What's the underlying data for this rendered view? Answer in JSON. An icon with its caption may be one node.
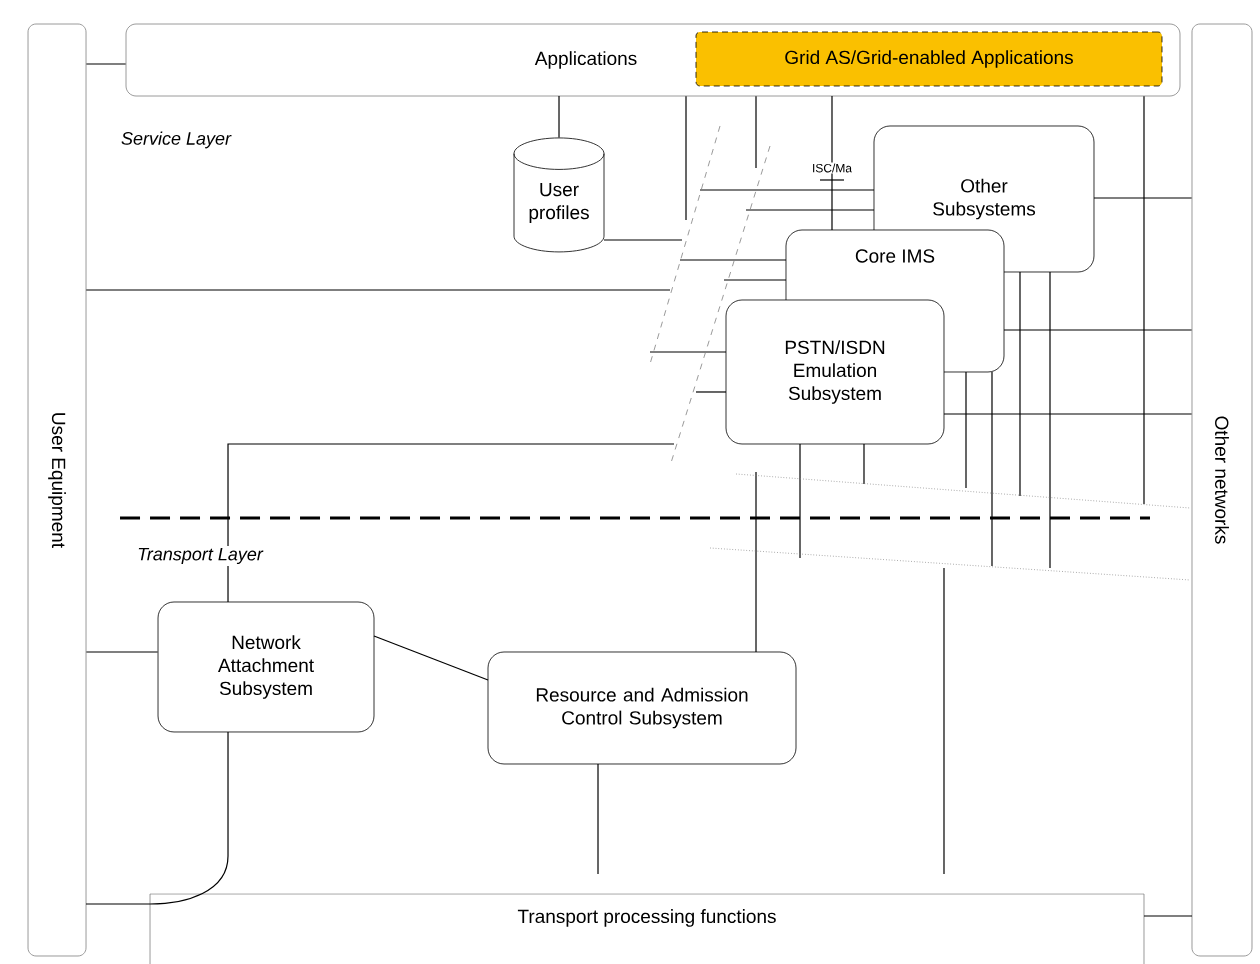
{
  "diagram": {
    "nodes": [
      {
        "text": [
          "User Equipment"
        ]
      },
      {
        "text": [
          "Applications"
        ]
      },
      {
        "text": [
          "Grid AS/Grid-enabled Applications"
        ],
        "in": 1
      },
      {
        "text": [
          "User profiles"
        ]
      },
      {
        "text": [
          "Other Subsystems"
        ]
      },
      {
        "text": [
          "Core IMS"
        ]
      },
      {
        "text": [
          "PSTN/ISDN Emulation Subsystem"
        ]
      },
      {
        "text": [
          "Network Attachment Subsystem"
        ]
      },
      {
        "text": [
          "Resource and Admission Control Subsystem"
        ]
      },
      {
        "text": [
          "Transport processing functions"
        ]
      },
      {
        "text": [
          "Other networks"
        ]
      }
    ],
    "edges": [
      {
        "from": 0,
        "to": 1,
        "arrow": "none"
      },
      {
        "from": 1,
        "to": 3,
        "arrow": "none"
      },
      {
        "from": 1,
        "to": 5,
        "arrow": "none",
        "label": "ISC/Ma"
      },
      {
        "from": 4,
        "to": 10,
        "arrow": "none"
      },
      {
        "from": 5,
        "to": 10,
        "arrow": "none"
      },
      {
        "from": 6,
        "to": 10,
        "arrow": "none"
      },
      {
        "from": 0,
        "to": 7,
        "arrow": "none"
      },
      {
        "from": 7,
        "to": 8,
        "arrow": "none"
      },
      {
        "from": 7,
        "to": 9,
        "arrow": "none"
      },
      {
        "from": 8,
        "to": 9,
        "arrow": "none"
      },
      {
        "from": 0,
        "to": 9,
        "arrow": "none"
      },
      {
        "from": 9,
        "to": 10,
        "arrow": "none"
      }
    ],
    "labels": [
      "Service Layer",
      "Transport Layer"
    ]
  }
}
